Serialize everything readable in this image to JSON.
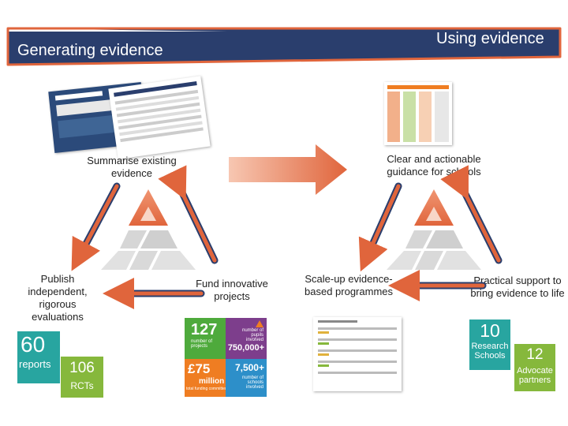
{
  "banner": {
    "left_title": "Generating evidence",
    "right_title": "Using evidence",
    "colors": {
      "navy": "#2a3e6d",
      "orange": "#e0653c"
    }
  },
  "left_cycle": {
    "top_label": "Summarise existing evidence",
    "left_label": "Publish independent, rigorous evaluations",
    "right_label": "Fund innovative projects"
  },
  "right_cycle": {
    "top_label": "Clear and actionable guidance for schools",
    "left_label": "Scale-up evidence-based programmes",
    "right_label": "Practical support to bring evidence to life"
  },
  "stats": {
    "reports": {
      "number": "60",
      "label": "reports",
      "color": "#28a5a0"
    },
    "rcts": {
      "number": "106",
      "label": "RCTs",
      "color": "#86b83c"
    },
    "research_schools": {
      "number": "10",
      "label": "Research Schools",
      "color": "#28a5a0"
    },
    "advocate_partners": {
      "number": "12",
      "label": "Advocate partners",
      "color": "#86b83c"
    }
  },
  "impact_tile": {
    "projects_num": "127",
    "projects_label": "number of projects",
    "pupils_num": "750,000+",
    "pupils_label": "number of pupils involved",
    "funding_num": "£75",
    "funding_sub": "million",
    "funding_label": "total funding committed",
    "schools_num": "7,500+",
    "schools_label": "number of schools involved",
    "colors": {
      "green": "#4eaa3c",
      "purple": "#7d3e8c",
      "orange": "#ef7d22",
      "blue": "#2d8fc9"
    }
  },
  "icons": [
    "pyramid-logo-icon",
    "forward-arrow-icon",
    "cycle-arrow-icon"
  ]
}
